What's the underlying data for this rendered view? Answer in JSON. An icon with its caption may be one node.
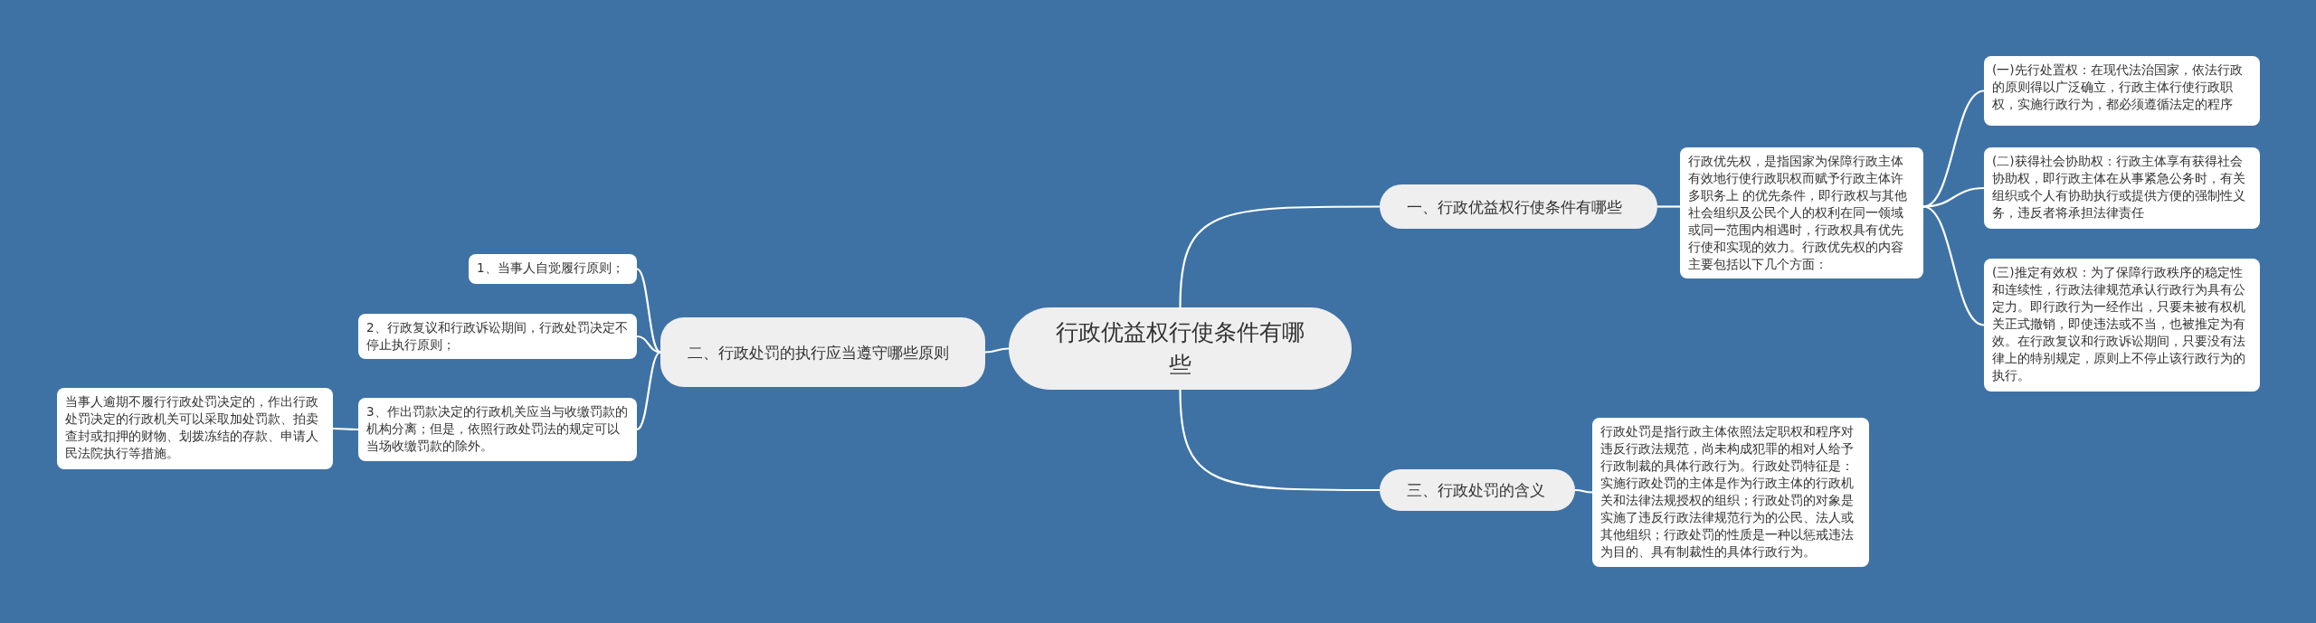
{
  "diagram": {
    "nodes": [
      {
        "text": [
          "行政优益权行使条件有哪些"
        ]
      },
      {
        "text": [
          "一、行政优益权行使条件有哪些"
        ]
      },
      {
        "text": [
          "行政优先权，是指国家为保障行政主体有效地行使行政职权而赋予行政主体许多职务上 的优先条件，即行政权与其他社会组织及公民个人的权利在同一领域或同一范围内相遇时，行政权具有优先行使和实现的效力。行政优先权的内容主要包括以下几个方面："
        ]
      },
      {
        "text": [
          "(一)先行处置权：在现代法治国家，依法行政的原则得以广泛确立，行政主体行使行政职权，实施行政行为，都必须遵循法定的程序"
        ]
      },
      {
        "text": [
          "(二)获得社会协助权：行政主体享有获得社会协助权，即行政主体在从事紧急公务时，有关组织或个人有协助执行或提供方便的强制性义务，违反者将承担法律责任"
        ]
      },
      {
        "text": [
          "(三)推定有效权：为了保障行政秩序的稳定性和连续性，行政法律规范承认行政行为具有公定力。即行政行为一经作出，只要未被有权机关正式撤销，即使违法或不当，也被推定为有效。在行政复议和行政诉讼期间，只要没有法律上的特别规定，原则上不停止该行政行为的执行。"
        ]
      },
      {
        "text": [
          "三、行政处罚的含义"
        ]
      },
      {
        "text": [
          "行政处罚是指行政主体依照法定职权和程序对违反行政法规范，尚未构成犯罪的相对人给予行政制裁的具体行政行为。行政处罚特征是：实施行政处罚的主体是作为行政主体的行政机关和法律法规授权的组织；行政处罚的对象是实施了违反行政法律规范行为的公民、法人或其他组织；行政处罚的性质是一种以惩戒违法为目的、具有制裁性的具体行政行为。"
        ]
      },
      {
        "text": [
          "二、行政处罚的执行应当遵守哪些原则"
        ]
      },
      {
        "text": [
          "1、当事人自觉履行原则；"
        ]
      },
      {
        "text": [
          "2、行政复议和行政诉讼期间，行政处罚决定不停止执行原则；"
        ]
      },
      {
        "text": [
          "3、作出罚款决定的行政机关应当与收缴罚款的机构分离；但是，依照行政处罚法的规定可以当场收缴罚款的除外。"
        ]
      },
      {
        "text": [
          "当事人逾期不履行行政处罚决定的，作出行政处罚决定的行政机关可以采取加处罚款、拍卖查封或扣押的财物、划拨冻结的存款、申请人民法院执行等措施。"
        ]
      }
    ],
    "edges": [
      {
        "from": 0,
        "to": 1,
        "arrow": "none"
      },
      {
        "from": 1,
        "to": 2,
        "arrow": "none"
      },
      {
        "from": 2,
        "to": 3,
        "arrow": "none"
      },
      {
        "from": 2,
        "to": 4,
        "arrow": "none"
      },
      {
        "from": 2,
        "to": 5,
        "arrow": "none"
      },
      {
        "from": 0,
        "to": 6,
        "arrow": "none"
      },
      {
        "from": 6,
        "to": 7,
        "arrow": "none"
      },
      {
        "from": 0,
        "to": 8,
        "arrow": "none"
      },
      {
        "from": 8,
        "to": 9,
        "arrow": "none"
      },
      {
        "from": 8,
        "to": 10,
        "arrow": "none"
      },
      {
        "from": 8,
        "to": 11,
        "arrow": "none"
      },
      {
        "from": 11,
        "to": 12,
        "arrow": "none"
      }
    ]
  }
}
